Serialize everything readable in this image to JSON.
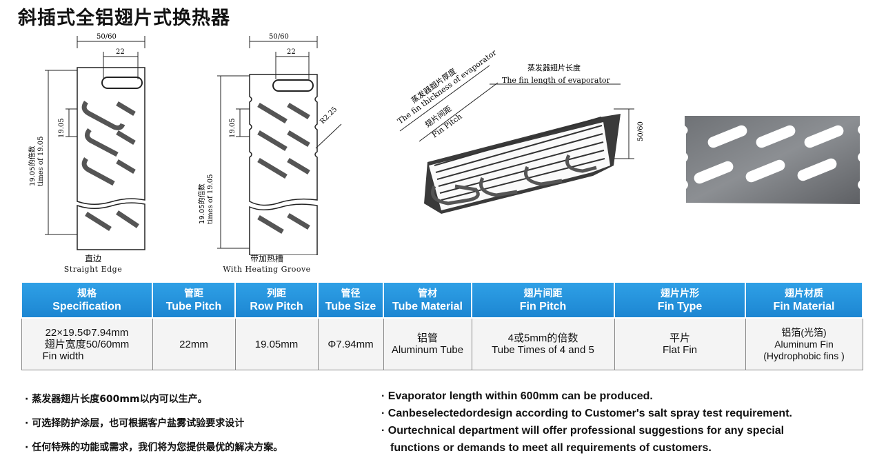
{
  "title": "斜插式全铝翅片式换热器",
  "drawing1": {
    "width_label": "50/60",
    "pitch_label": "22",
    "row_label": "19.05",
    "times_zh": "19.05的倍数",
    "times_en": "times of 19.05",
    "caption_zh": "直边",
    "caption_en": "Straight Edge"
  },
  "drawing2": {
    "width_label": "50/60",
    "pitch_label": "22",
    "row_label": "19.05",
    "radius_label": "R2.25",
    "times_zh": "19.05的倍数",
    "times_en": "times of 19.05",
    "caption_zh": "带加热槽",
    "caption_en": "With Heating Groove"
  },
  "drawing3": {
    "thickness_zh": "蒸发器翅片厚度",
    "thickness_en": "The fin thickness of evaporator",
    "pitch_zh": "翅片间距",
    "pitch_en": "Fin Pitch",
    "length_zh": "蒸发器翅片长度",
    "length_en": "The fin length of evaporator",
    "width_label": "50/60"
  },
  "photo": {
    "icon": "aluminum-fin-photo"
  },
  "table": {
    "header_color": "#1f8ad6",
    "headers": [
      {
        "zh": "规格",
        "en": "Specification"
      },
      {
        "zh": "管距",
        "en": "Tube Pitch"
      },
      {
        "zh": "列距",
        "en": "Row Pitch"
      },
      {
        "zh": "管径",
        "en": "Tube Size"
      },
      {
        "zh": "管材",
        "en": "Tube Material"
      },
      {
        "zh": "翅片间距",
        "en": "Fin Pitch"
      },
      {
        "zh": "翅片片形",
        "en": "Fin Type"
      },
      {
        "zh": "翅片材质",
        "en": "Fin Material"
      }
    ],
    "row": {
      "spec_1": "22×19.5Φ7.94mm",
      "spec_2": "翅片宽度50/60mm",
      "spec_3": "Fin width",
      "tube_pitch": "22mm",
      "row_pitch": "19.05mm",
      "tube_size": "Φ7.94mm",
      "tube_material_zh": "铝管",
      "tube_material_en": "Aluminum Tube",
      "fin_pitch_zh": "4或5mm的倍数",
      "fin_pitch_en": "Tube Times of 4 and 5",
      "fin_type_zh": "平片",
      "fin_type_en": "Flat Fin",
      "fin_material_zh": "铝箔(光箔)",
      "fin_material_en1": "Aluminum Fin",
      "fin_material_en2": "(Hydrophobic fins )"
    }
  },
  "notes_zh": [
    "· 蒸发器翅片长度600mm以内可以生产。",
    "· 可选择防护涂层，也可根据客户盐雾试验要求设计",
    "· 任何特殊的功能或需求，我们将为您提供最优的解决方案。"
  ],
  "notes_en": [
    "· Evaporator length within 600mm can be produced.",
    "· Canbeselectedordesign according to Customer's salt spray test requirement.",
    "· Ourtechnical department will offer professional suggestions for any special",
    "functions or demands to meet all requirements of customers."
  ]
}
